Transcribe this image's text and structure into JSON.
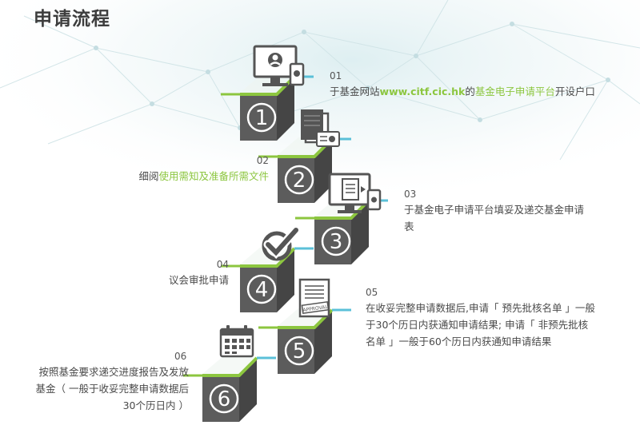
{
  "page": {
    "title": "申请流程"
  },
  "colors": {
    "block_front": "#5c5c5c",
    "block_side": "#454545",
    "accent_green": "#8cc63f",
    "accent_blue": "#5bc0d8",
    "icon_dark": "#555555",
    "highlight": "#8cc63f"
  },
  "steps": [
    {
      "number": "01",
      "digit": "1",
      "icon": "monitor-user-icon",
      "text_before": "于基金网站",
      "link1": "www.citf.cic.hk",
      "text_mid": "的",
      "link2": "基金电子申请平台",
      "text_after": "开设户口"
    },
    {
      "number": "02",
      "digit": "2",
      "icon": "documents-id-card-icon",
      "text_before": "细阅",
      "link1": "使用需知及准备所需文件"
    },
    {
      "number": "03",
      "digit": "3",
      "icon": "monitor-form-icon",
      "text": "于基金电子申请平台填妥及递交基金申请",
      "text_line2": "表"
    },
    {
      "number": "04",
      "digit": "4",
      "icon": "checkmark-icon",
      "text": "议会审批申请"
    },
    {
      "number": "05",
      "digit": "5",
      "icon": "approval-document-icon",
      "stamp_label": "APPROVAL",
      "line1": "在收妥完整申请数据后,申请「 预先批核名单 」一般",
      "line2": "于30个历日内获通知申请结果; 申请「 非预先批核",
      "line3": "名单 」一般于60个历日内获通知申请结果"
    },
    {
      "number": "06",
      "digit": "6",
      "icon": "calendar-icon",
      "line1": "按照基金要求递交进度报告及发放",
      "line2": "基金（ 一般于收妥完整申请数据后",
      "line3": "30个历日内 ）"
    }
  ]
}
